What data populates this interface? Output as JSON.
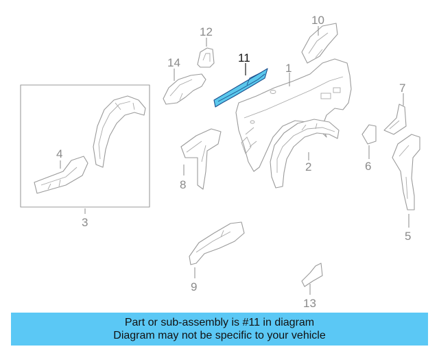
{
  "colors": {
    "highlight_fill": "#5bc8ec",
    "highlight_stroke": "#1a4d8c",
    "part_stroke": "#9a9a9a",
    "banner": "#5bc8f5"
  },
  "diagram": {
    "callouts": {
      "c1": "1",
      "c2": "2",
      "c3": "3",
      "c4": "4",
      "c5": "5",
      "c6": "6",
      "c7": "7",
      "c8": "8",
      "c9": "9",
      "c10": "10",
      "c11": "11",
      "c12": "12",
      "c13": "13",
      "c14": "14"
    },
    "highlighted_part": "11"
  },
  "banner": {
    "line1": "Part or sub-assembly is #11 in diagram",
    "line2": "Diagram may not be specific to your vehicle"
  }
}
